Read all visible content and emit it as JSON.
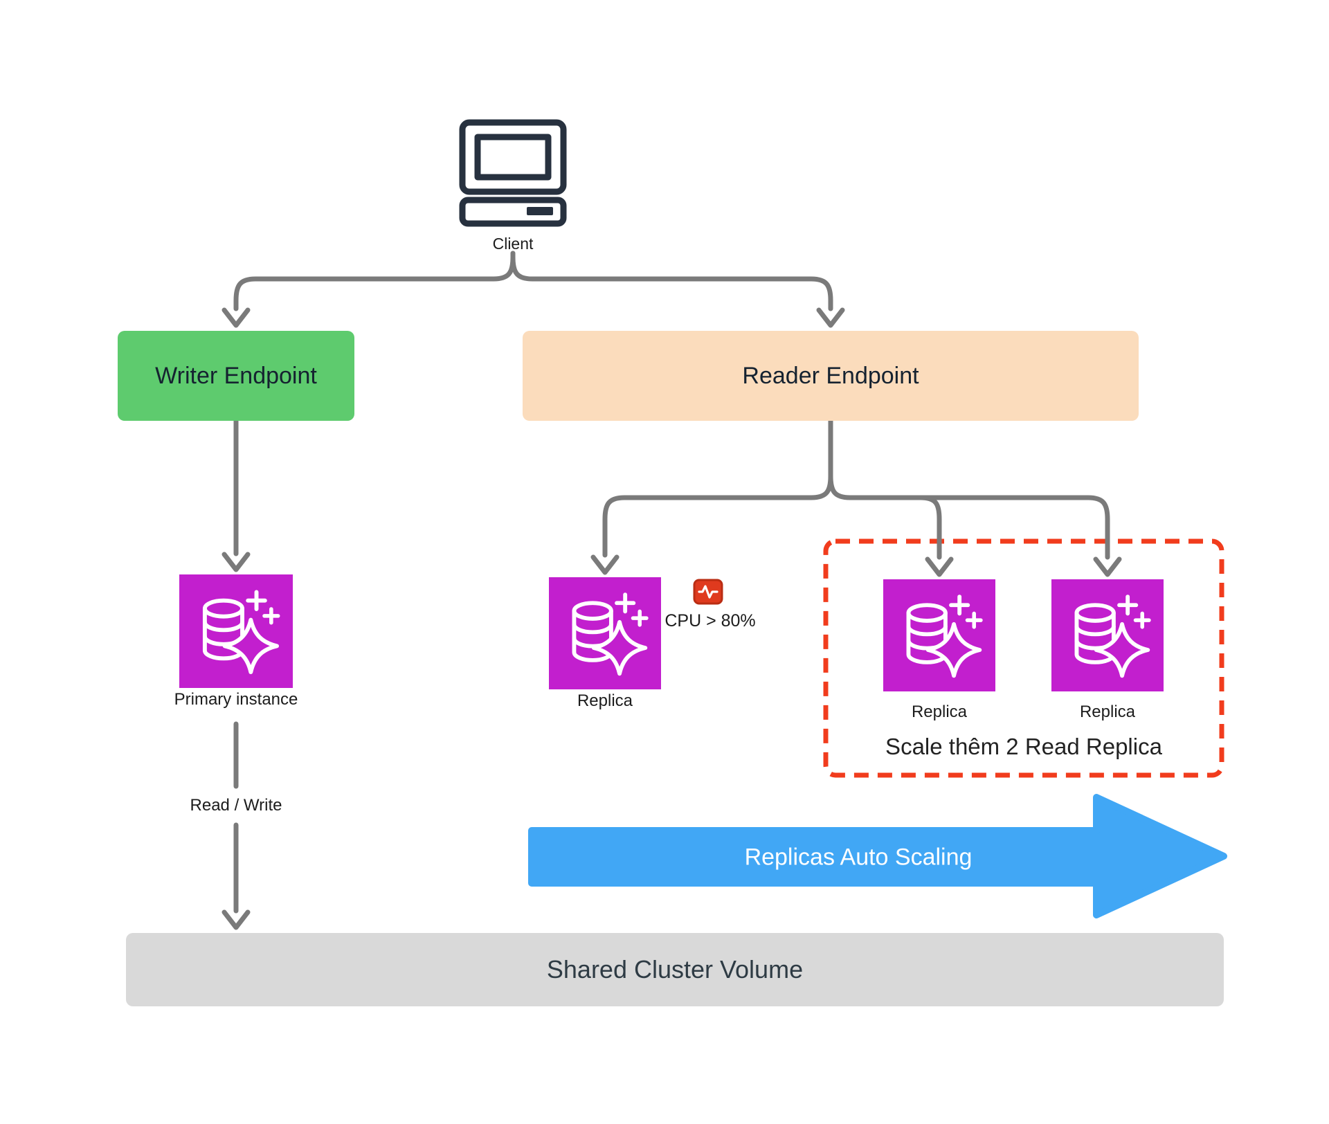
{
  "diagram": {
    "client": {
      "label": "Client"
    },
    "writer_endpoint": {
      "label": "Writer Endpoint"
    },
    "reader_endpoint": {
      "label": "Reader Endpoint"
    },
    "primary_instance": {
      "label": "Primary instance"
    },
    "read_write_label": "Read / Write",
    "replica": {
      "label": "Replica"
    },
    "cpu_alarm": {
      "label": "CPU > 80%"
    },
    "scale_group": {
      "caption": "Scale thêm 2 Read Replica",
      "replicas": [
        {
          "label": "Replica"
        },
        {
          "label": "Replica"
        }
      ]
    },
    "autoscaling": {
      "label": "Replicas Auto Scaling"
    },
    "shared_volume": {
      "label": "Shared Cluster Volume"
    },
    "colors": {
      "instance_magenta": "#c21fce",
      "writer_green": "#5ecb6e",
      "reader_peach": "#fbdcbc",
      "alert_red": "#f13c1d",
      "autoscaling_blue": "#41a7f5",
      "volume_gray": "#d9d9d9",
      "connector_gray": "#7a7a7a",
      "icon_dark": "#27313f"
    }
  }
}
